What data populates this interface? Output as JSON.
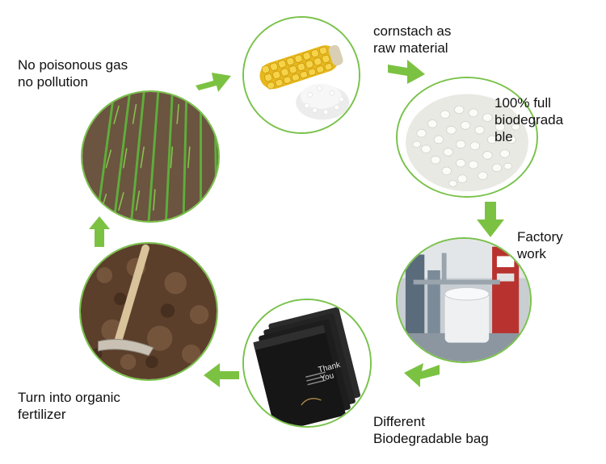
{
  "cycle": {
    "steps": [
      {
        "id": "cornstarch",
        "text": "cornstach as\nraw material",
        "icon": "corn-cob-and-starch-granules"
      },
      {
        "id": "granules",
        "text": "100% full\nbiodegrada\nble",
        "icon": "white-resin-pellets"
      },
      {
        "id": "factory",
        "text": "Factory\nwork",
        "icon": "film-blowing-machine"
      },
      {
        "id": "bags",
        "text": "Different\nBiodegradable bag",
        "icon": "black-mailer-bags",
        "bag_print": "Thank\nYou"
      },
      {
        "id": "fertilizer",
        "text": "Turn into organic\nfertilizer",
        "icon": "hoe-in-soil"
      },
      {
        "id": "field",
        "text": "No poisonous gas\n no pollution",
        "icon": "green-seedling-field"
      }
    ],
    "colors": {
      "arrow": "#7cc242",
      "ring": "#79c24a",
      "text": "#111111"
    }
  }
}
